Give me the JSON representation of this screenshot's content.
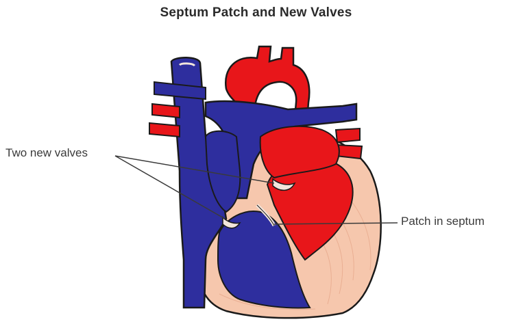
{
  "diagram": {
    "title": "Septum Patch and New Valves",
    "labels": {
      "valves": "Two new valves",
      "patch": "Patch in septum"
    },
    "colors": {
      "oxygenated": "#e8161a",
      "deoxygenated": "#2e2e9e",
      "muscle": "#f6c7ad",
      "outline": "#1a1a1a",
      "membrane": "#f3e6dc"
    }
  }
}
